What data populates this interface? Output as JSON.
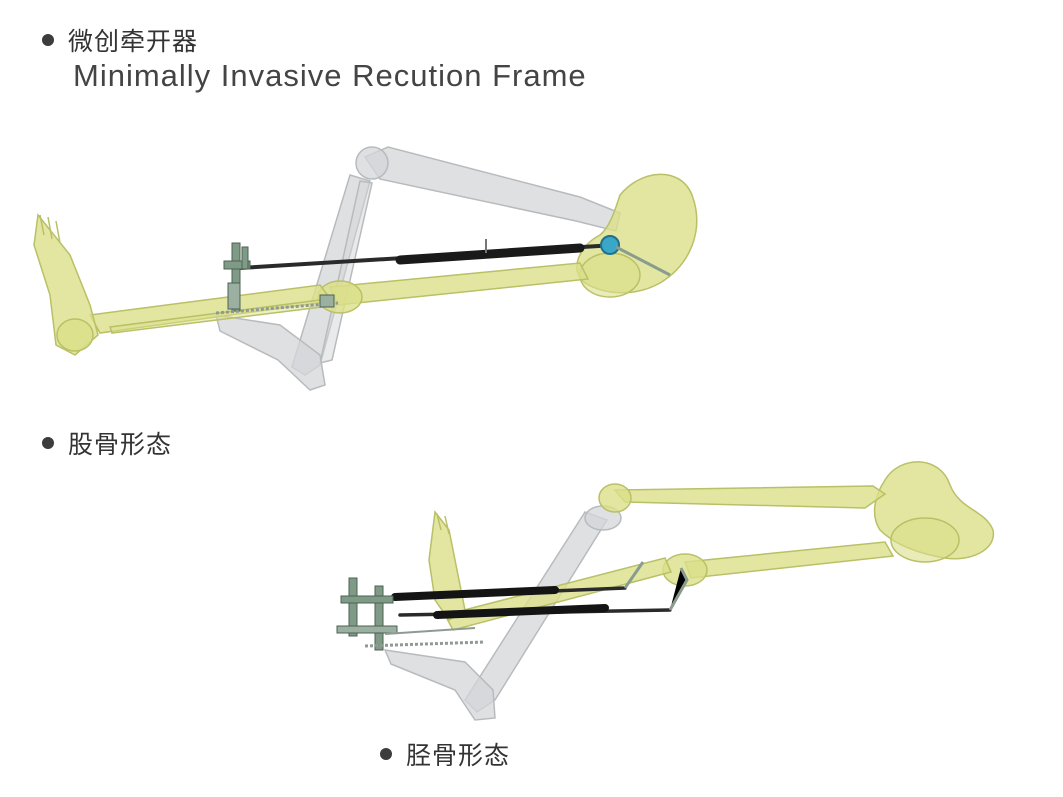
{
  "captions": {
    "main_cn": "微创牵开器",
    "main_en": "Minimally Invasive Recution Frame",
    "femur_cn": "股骨形态",
    "tibia_cn": "胫骨形态"
  },
  "colors": {
    "bone_yellow": "#dbe08a",
    "bone_outline": "#b9c066",
    "bone_grey": "#d4d6d8",
    "rod_black": "#2a2a2a",
    "clamp_green": "#7f9a86",
    "joint_blue": "#3aa6c8",
    "bullet": "#3c3c3c"
  }
}
